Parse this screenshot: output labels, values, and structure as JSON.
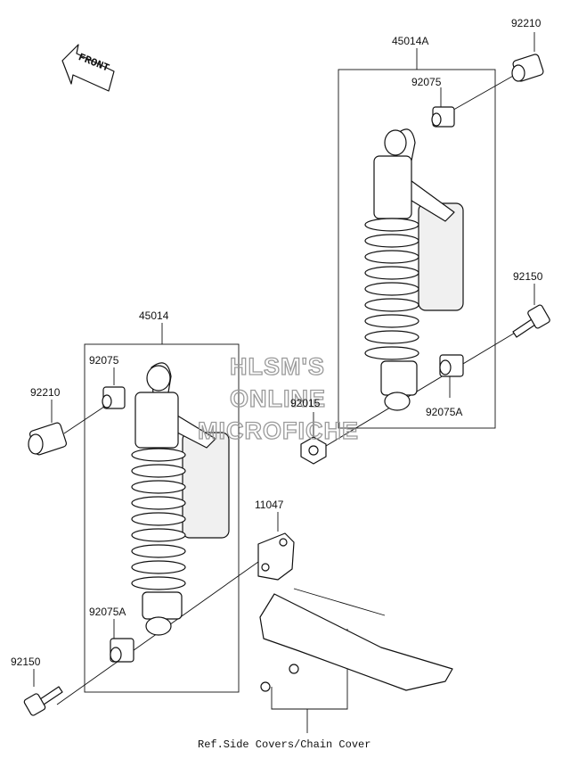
{
  "front_label": "FRONT",
  "parts": {
    "p45014a": "45014A",
    "p45014": "45014",
    "p92210_r": "92210",
    "p92210_l": "92210",
    "p92075_r": "92075",
    "p92075_l": "92075",
    "p92150_r": "92150",
    "p92150_l": "92150",
    "p92075a_r": "92075A",
    "p92075a_l": "92075A",
    "p92015": "92015",
    "p11047": "11047"
  },
  "reference_note": "Ref.Side Covers/Chain Cover",
  "watermark": {
    "line1": "HLSM'S",
    "line2": "ONLINE",
    "line3": "MICROFICHE"
  }
}
